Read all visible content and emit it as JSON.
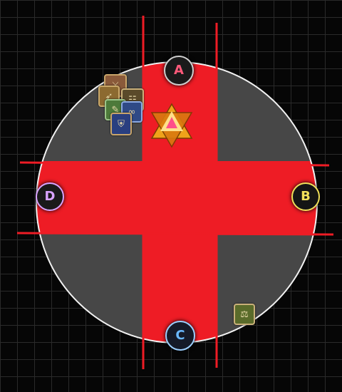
{
  "arena": {
    "floor_color": "#474747",
    "rim_color": "#f2f2f2",
    "aoe_color": "#ee1c25"
  },
  "waymarks": {
    "a": {
      "label": "A",
      "icon": "waymark-a-icon",
      "color": "#ff5a7a"
    },
    "b": {
      "label": "B",
      "icon": "waymark-b-icon",
      "color": "#f1e05a"
    },
    "c": {
      "label": "C",
      "icon": "waymark-c-icon",
      "color": "#6ab8ff"
    },
    "d": {
      "label": "D",
      "icon": "waymark-d-icon",
      "color": "#d9a3ff"
    }
  },
  "party": {
    "boss_icon": "boss-marker-icon",
    "members": [
      {
        "icon": "dragoon-job-icon",
        "color": "#8a5a3a"
      },
      {
        "icon": "bard-job-icon",
        "color": "#8c6a30"
      },
      {
        "icon": "scholar-job-icon",
        "color": "#4d7a3a"
      },
      {
        "icon": "astrologian-job-icon",
        "color": "#2f4a86"
      },
      {
        "icon": "paladin-job-icon",
        "color": "#2a3f80"
      },
      {
        "icon": "sage-job-icon",
        "color": "#5a6b2a"
      }
    ]
  }
}
